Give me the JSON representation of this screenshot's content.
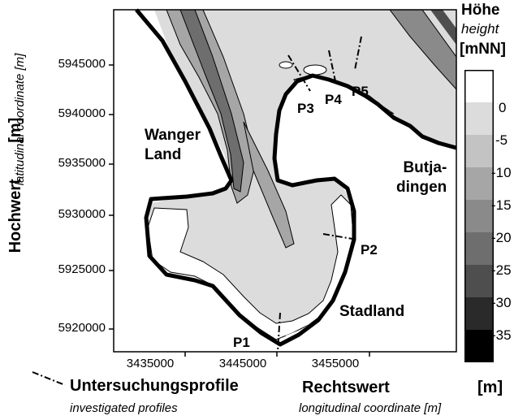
{
  "map": {
    "y_axis": {
      "title": "Hochwert",
      "unit": "[m]",
      "subtitle": "latitudinal coordinate [m]",
      "ticks": [
        "5945000",
        "5940000",
        "5935000",
        "5930000",
        "5925000",
        "5920000"
      ]
    },
    "x_axis": {
      "title": "Rechtswert",
      "unit": "[m]",
      "subtitle": "longitudinal coordinate [m]",
      "ticks": [
        "3435000",
        "3445000",
        "3455000"
      ]
    },
    "places": {
      "wanger_line1": "Wanger",
      "wanger_line2": "Land",
      "butja_line1": "Butja-",
      "butja_line2": "dingen",
      "stadland": "Stadland"
    },
    "profiles": [
      "P1",
      "P2",
      "P3",
      "P4",
      "P5"
    ],
    "legend": {
      "symbol_label": "Untersuchungsprofile",
      "symbol_sublabel": "investigated profiles"
    },
    "colorbar": {
      "title": "Höhe",
      "subtitle": "height",
      "unit": "[mNN]",
      "ticks": [
        "0",
        "-5",
        "-10",
        "-15",
        "-20",
        "-25",
        "-30",
        "-35"
      ],
      "colors": [
        "#ffffff",
        "#dcdcdc",
        "#c3c3c3",
        "#a6a6a6",
        "#8a8a8a",
        "#6e6e6e",
        "#4e4e4e",
        "#2a2a2a",
        "#000000"
      ]
    }
  }
}
